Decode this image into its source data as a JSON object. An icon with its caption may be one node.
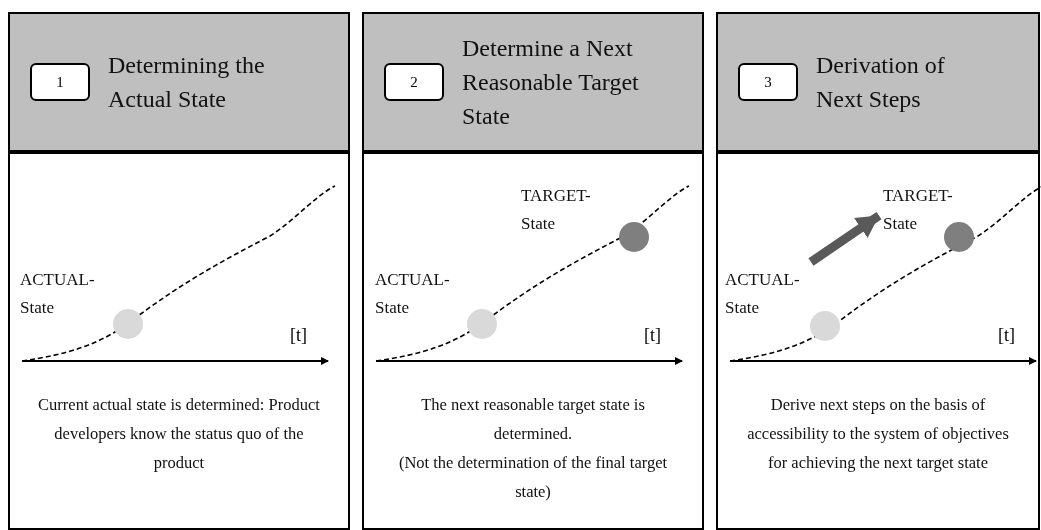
{
  "diagram": {
    "nodes": [
      {
        "text": [
          "Determining the Actual State"
        ]
      },
      {
        "text": [
          "1"
        ],
        "in": 0
      },
      {
        "text": [
          "Current actual state is determined: Product developers know the status quo of the product"
        ]
      },
      {
        "text": [
          "ACTUAL- State"
        ],
        "in": 2
      },
      {
        "text": [
          "Determine a Next Reasonable Target State"
        ]
      },
      {
        "text": [
          "2"
        ],
        "in": 4
      },
      {
        "text": [
          "The next reasonable target state is determined.",
          "(Not the determination of the final target state)"
        ]
      },
      {
        "text": [
          "TARGET- State"
        ],
        "in": 6
      },
      {
        "text": [
          "ACTUAL- State"
        ],
        "in": 6
      },
      {
        "text": [
          "Derivation of Next Steps"
        ]
      },
      {
        "text": [
          "3"
        ],
        "in": 9
      },
      {
        "text": [
          "Derive next steps on the basis of accessibility to the system of objectives for achieving the next target state"
        ]
      },
      {
        "text": [
          "TARGET- State"
        ],
        "in": 11
      },
      {
        "text": [
          "ACTUAL- State"
        ],
        "in": 11
      }
    ],
    "edges": [
      {
        "from": 13,
        "to": 12,
        "arrow": "to"
      }
    ],
    "labels": [
      "[t]",
      "[t]",
      "[t]"
    ]
  }
}
